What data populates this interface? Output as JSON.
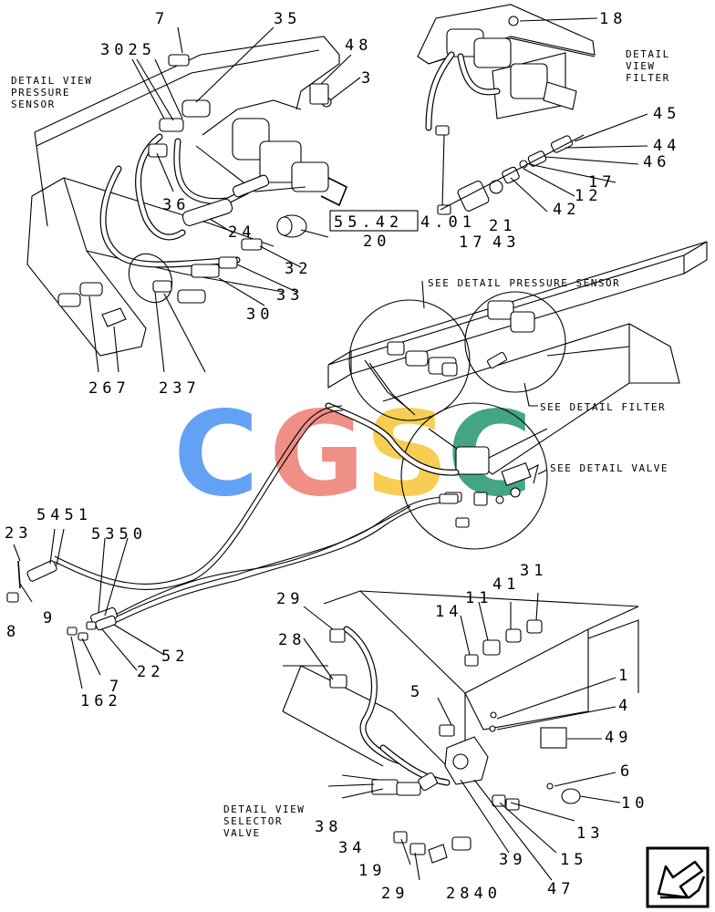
{
  "catalog_ref": {
    "left": "55.42",
    "right": "4.01"
  },
  "captions": {
    "pressure_sensor_view": [
      "DETAIL VIEW",
      "PRESSURE",
      "SENSOR"
    ],
    "filter_view": [
      "DETAIL",
      "VIEW",
      "FILTER"
    ],
    "selector_valve_view": [
      "DETAIL VIEW",
      "SELECTOR",
      "VALVE"
    ],
    "see_pressure_sensor": "SEE DETAIL PRESSURE SENSOR",
    "see_filter": "SEE DETAIL FILTER",
    "see_valve": "SEE DETAIL VALVE"
  },
  "watermark": {
    "letters": [
      "C",
      "G",
      "S",
      "C"
    ],
    "colors": [
      "#5b9cf5",
      "#f08a80",
      "#f7cc4a",
      "#3aa17e"
    ]
  },
  "labels": {
    "l7": "7",
    "l35": "35",
    "l3025": "3025",
    "l48": "48",
    "l3": "3",
    "l18": "18",
    "l45": "45",
    "l44": "44",
    "l46": "46",
    "l17a": "17",
    "l12": "12",
    "l42": "42",
    "l36": "36",
    "l24": "24",
    "l20": "20",
    "l17b": "17",
    "l43": "43",
    "l21": "21",
    "l32": "32",
    "l33": "33",
    "l30": "30",
    "l267": "267",
    "l237": "237",
    "l5451": "5451",
    "l23": "23",
    "l5350": "5350",
    "l9": "9",
    "l8": "8",
    "l52": "52",
    "l22": "22",
    "l7b": "7",
    "l162": "162",
    "l29a": "29",
    "l14": "14",
    "l11": "11",
    "l41": "41",
    "l31": "31",
    "l28a": "28",
    "l1": "1",
    "l5": "5",
    "l4": "4",
    "l49": "49",
    "l6": "6",
    "l10": "10",
    "l38": "38",
    "l13": "13",
    "l34": "34",
    "l39": "39",
    "l15": "15",
    "l19": "19",
    "l47": "47",
    "l29b": "29",
    "l2840": "2840"
  },
  "nav_icon": "arrow-down-left-icon"
}
